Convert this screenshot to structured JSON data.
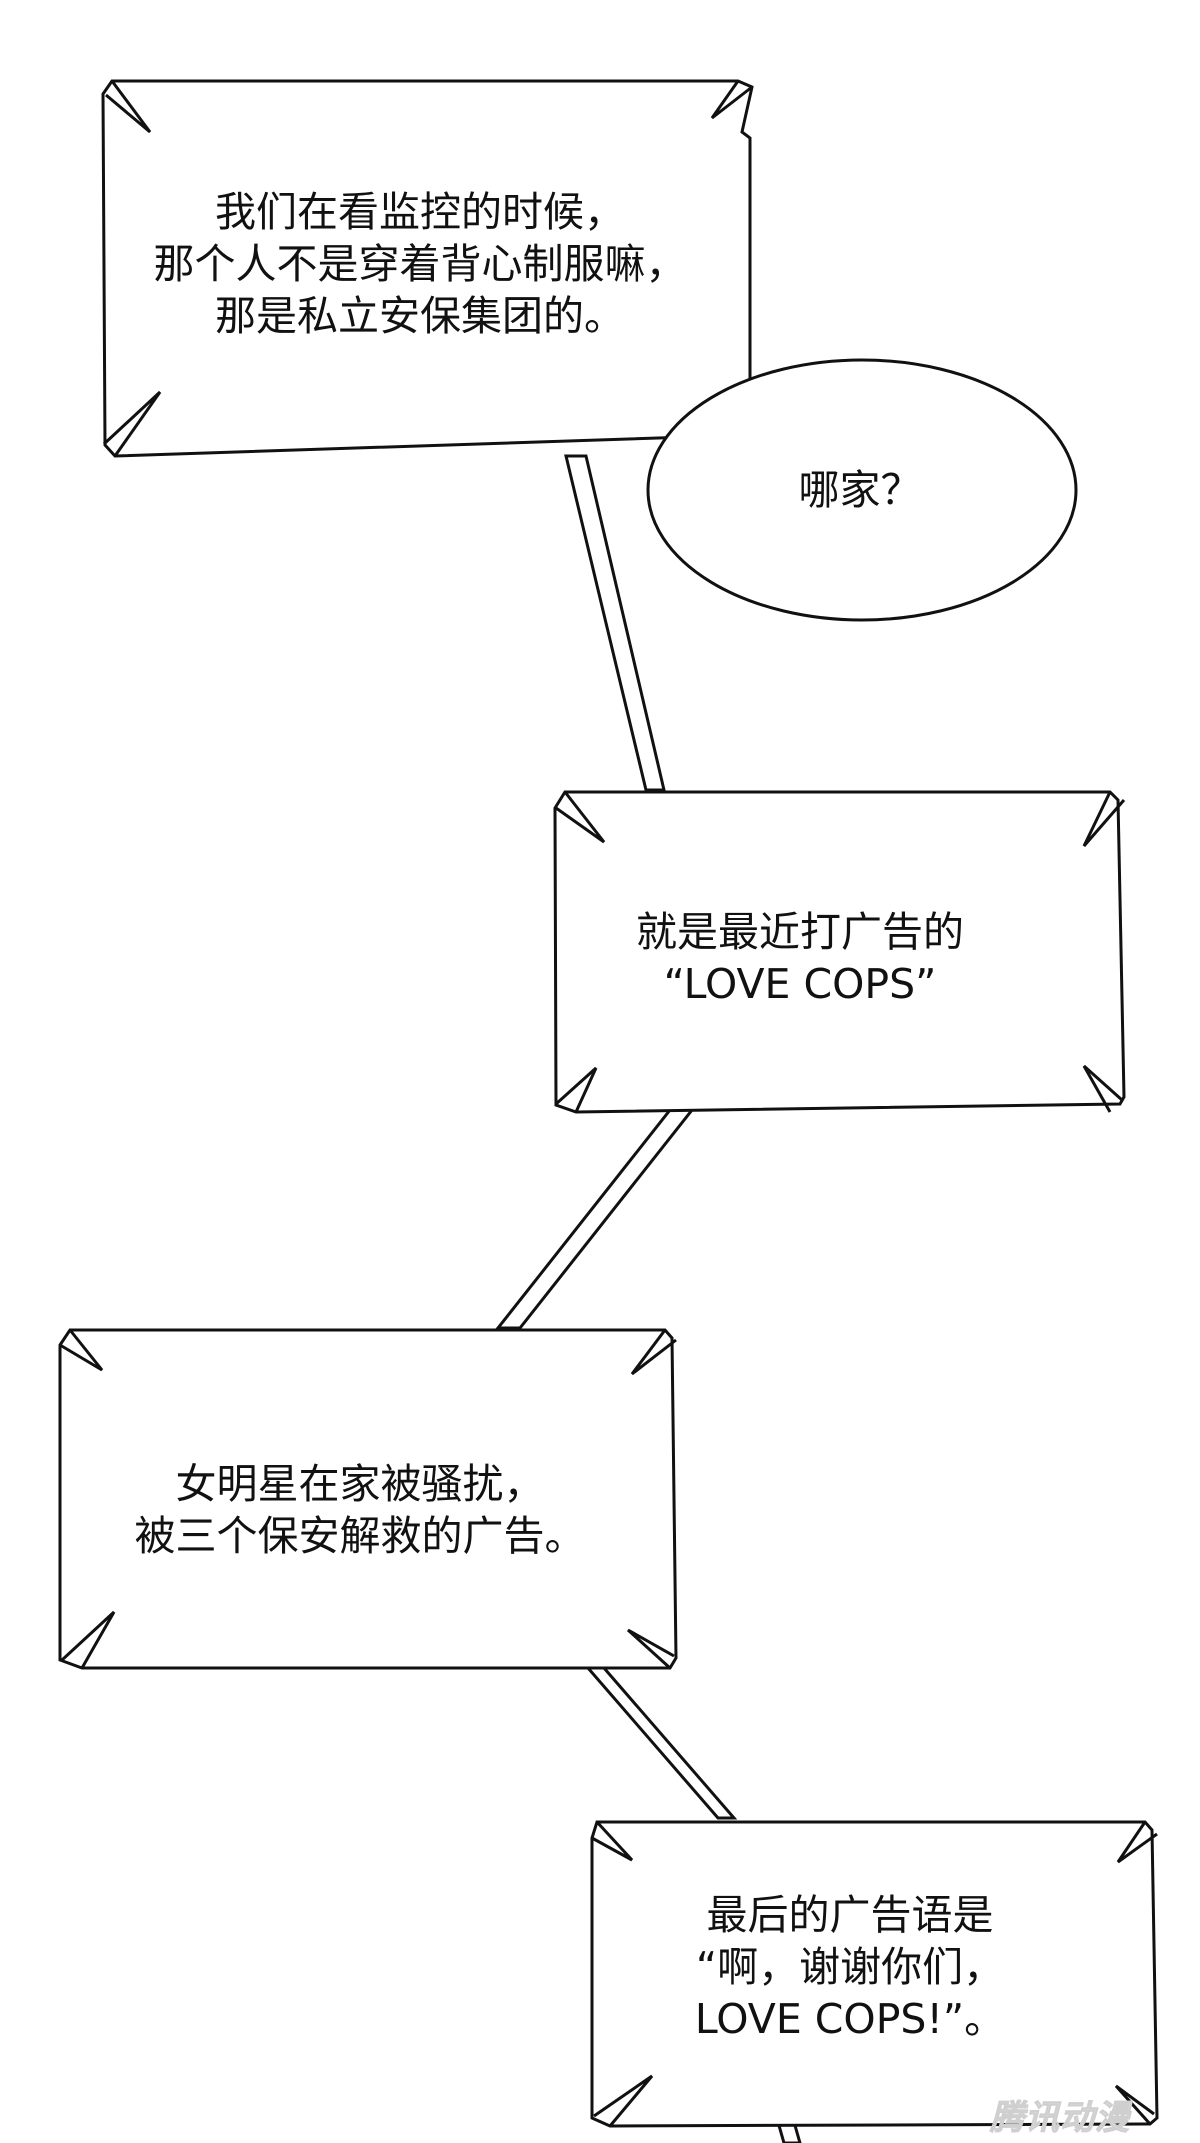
{
  "page": {
    "background_color": "#ffffff",
    "line_color": "#111111",
    "text_color": "#111111"
  },
  "bubbles": [
    {
      "id": "b1",
      "shape": "jagged-rectangle",
      "lines": [
        "我们在看监控的时候，",
        "那个人不是穿着背心制服嘛，",
        "那是私立安保集团的。"
      ]
    },
    {
      "id": "b2",
      "shape": "ellipse",
      "lines": [
        "哪家？"
      ]
    },
    {
      "id": "b3",
      "shape": "jagged-rectangle",
      "lines": [
        "就是最近打广告的",
        "“LOVE COPS”"
      ]
    },
    {
      "id": "b4",
      "shape": "jagged-rectangle",
      "lines": [
        "女明星在家被骚扰，",
        "被三个保安解救的广告。"
      ]
    },
    {
      "id": "b5",
      "shape": "jagged-rectangle",
      "lines": [
        "最后的广告语是",
        "“啊，谢谢你们，",
        "LOVE COPS!”。"
      ]
    }
  ],
  "watermark": {
    "text": "腾讯动漫"
  }
}
